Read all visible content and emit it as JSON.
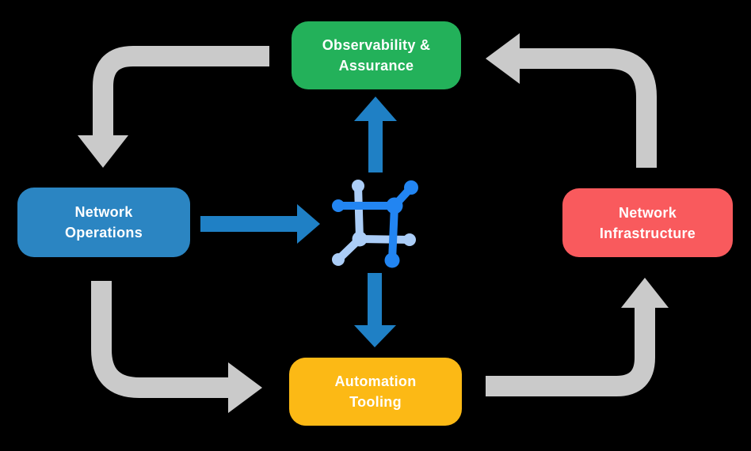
{
  "diagram": {
    "name": "network-automation-cycle",
    "background": "#000000",
    "nodes": {
      "observability": {
        "line1": "Observability &",
        "line2": "Assurance",
        "color": "#23b15a"
      },
      "operations": {
        "line1": "Network",
        "line2": "Operations",
        "color": "#2b85c2"
      },
      "infrastructure": {
        "line1": "Network",
        "line2": "Infrastructure",
        "color": "#f95a5d"
      },
      "automation": {
        "line1": "Automation",
        "line2": "Tooling",
        "color": "#fcb915"
      }
    },
    "colors": {
      "arrow_gray": "#cacaca",
      "arrow_blue": "#1f80c5",
      "icon_dark_blue": "#2285f2",
      "icon_light_blue": "#abcdf7",
      "text": "#ffffff"
    },
    "arrows": {
      "gray_1": "observability to operations",
      "gray_2": "infrastructure to observability",
      "gray_3": "operations to automation",
      "gray_4": "automation to infrastructure",
      "blue_1": "operations to center icon",
      "blue_2": "center icon to observability",
      "blue_3": "center icon to automation"
    },
    "center_icon": "network-mesh-icon"
  }
}
